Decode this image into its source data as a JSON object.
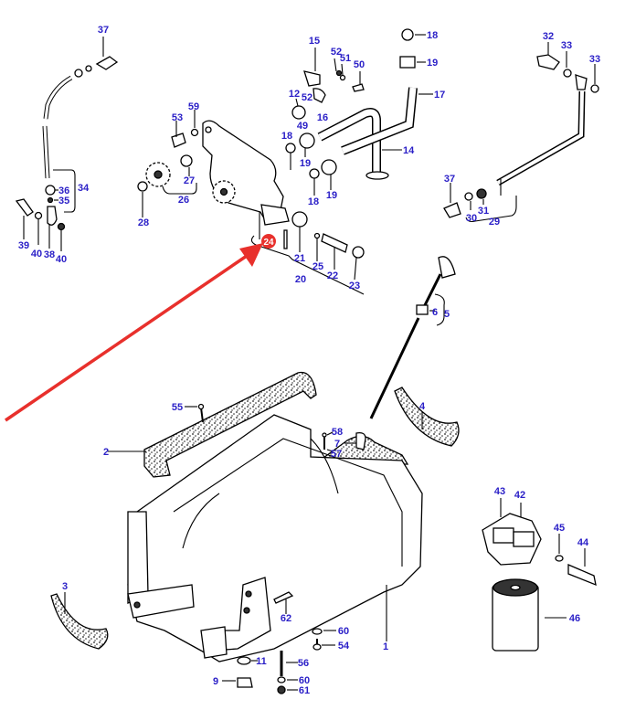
{
  "diagram": {
    "title": "Engine oil sump and oil pump exploded parts diagram",
    "label_color": "#2a1fc7",
    "highlight_color": "#e8302c",
    "arrow_color": "#e8302c",
    "highlighted_part": "24",
    "labels": {
      "p1": "1",
      "p2": "2",
      "p3": "3",
      "p4": "4",
      "p5": "5",
      "p6": "6",
      "p7": "7",
      "p9": "9",
      "p11": "11",
      "p12": "12",
      "p14": "14",
      "p15": "15",
      "p16": "16",
      "p17": "17",
      "p18a": "18",
      "p18b": "18",
      "p18c": "18",
      "p19a": "19",
      "p19b": "19",
      "p19c": "19",
      "p20": "20",
      "p21": "21",
      "p22": "22",
      "p23": "23",
      "p24": "24",
      "p25": "25",
      "p26": "26",
      "p27": "27",
      "p28": "28",
      "p29": "29",
      "p30": "30",
      "p31": "31",
      "p32": "32",
      "p33a": "33",
      "p33b": "33",
      "p34": "34",
      "p35": "35",
      "p36": "36",
      "p37a": "37",
      "p37b": "37",
      "p38": "38",
      "p39": "39",
      "p40a": "40",
      "p40b": "40",
      "p42": "42",
      "p43": "43",
      "p44": "44",
      "p45": "45",
      "p46": "46",
      "p49": "49",
      "p50": "50",
      "p51": "51",
      "p52a": "52",
      "p52b": "52",
      "p53": "53",
      "p54": "54",
      "p55": "55",
      "p56": "56",
      "p57": "57",
      "p58": "58",
      "p59": "59",
      "p60a": "60",
      "p60b": "60",
      "p61": "61",
      "p62": "62"
    }
  }
}
